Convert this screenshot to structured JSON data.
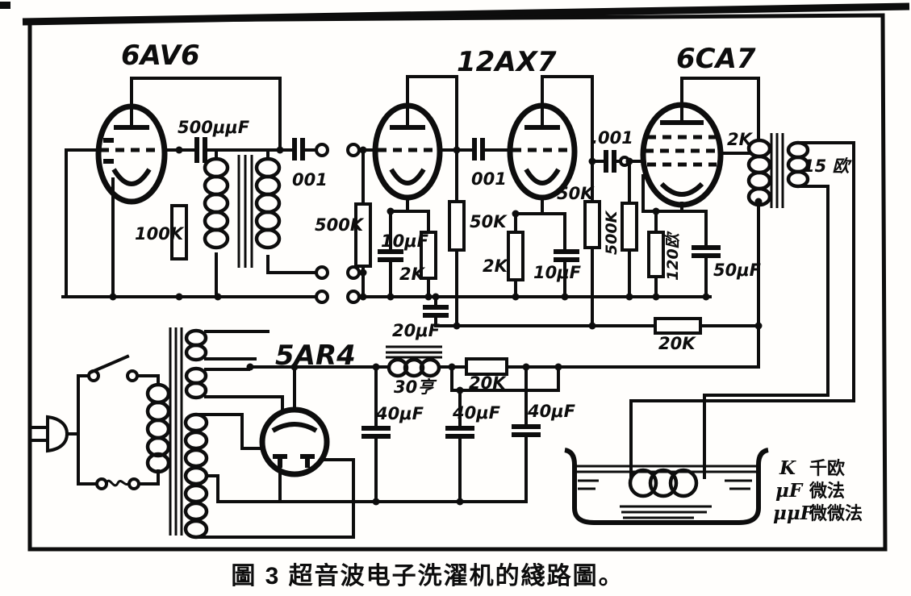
{
  "figure": {
    "caption": "圖 3  超音波电子洗濯机的綫路圖。",
    "legend": {
      "rows": [
        {
          "symbol": "K",
          "meaning": "千欧"
        },
        {
          "symbol": "μF",
          "meaning": "微法"
        },
        {
          "symbol": "μμF",
          "meaning": "微微法"
        }
      ]
    }
  },
  "schematic": {
    "tubes": {
      "t1": "6AV6",
      "t2": "12AX7",
      "t3": "6CA7",
      "t4": "5AR4"
    },
    "components": {
      "c500uuf": "500μμF",
      "c001a": "001",
      "c001b": "001",
      "c001c": ".001",
      "r100k": "100K",
      "r500ka": "500K",
      "c10ufa": "10μF",
      "r2ka": "2K",
      "r50ka": "50K",
      "r2kb": "2K",
      "c10ufb": "10μF",
      "r50kb": "50K",
      "r500kb": "500K",
      "r2kc": "2K",
      "ohm15": "15 欧",
      "r120": "120欧",
      "c50uf": "50μF",
      "c20uf": "20μF",
      "r20ka": "20K",
      "choke": "30亨",
      "r20kb": "20K",
      "c40ufa": "40μF",
      "c40ufb": "40μF",
      "c40ufc": "40μF"
    }
  }
}
